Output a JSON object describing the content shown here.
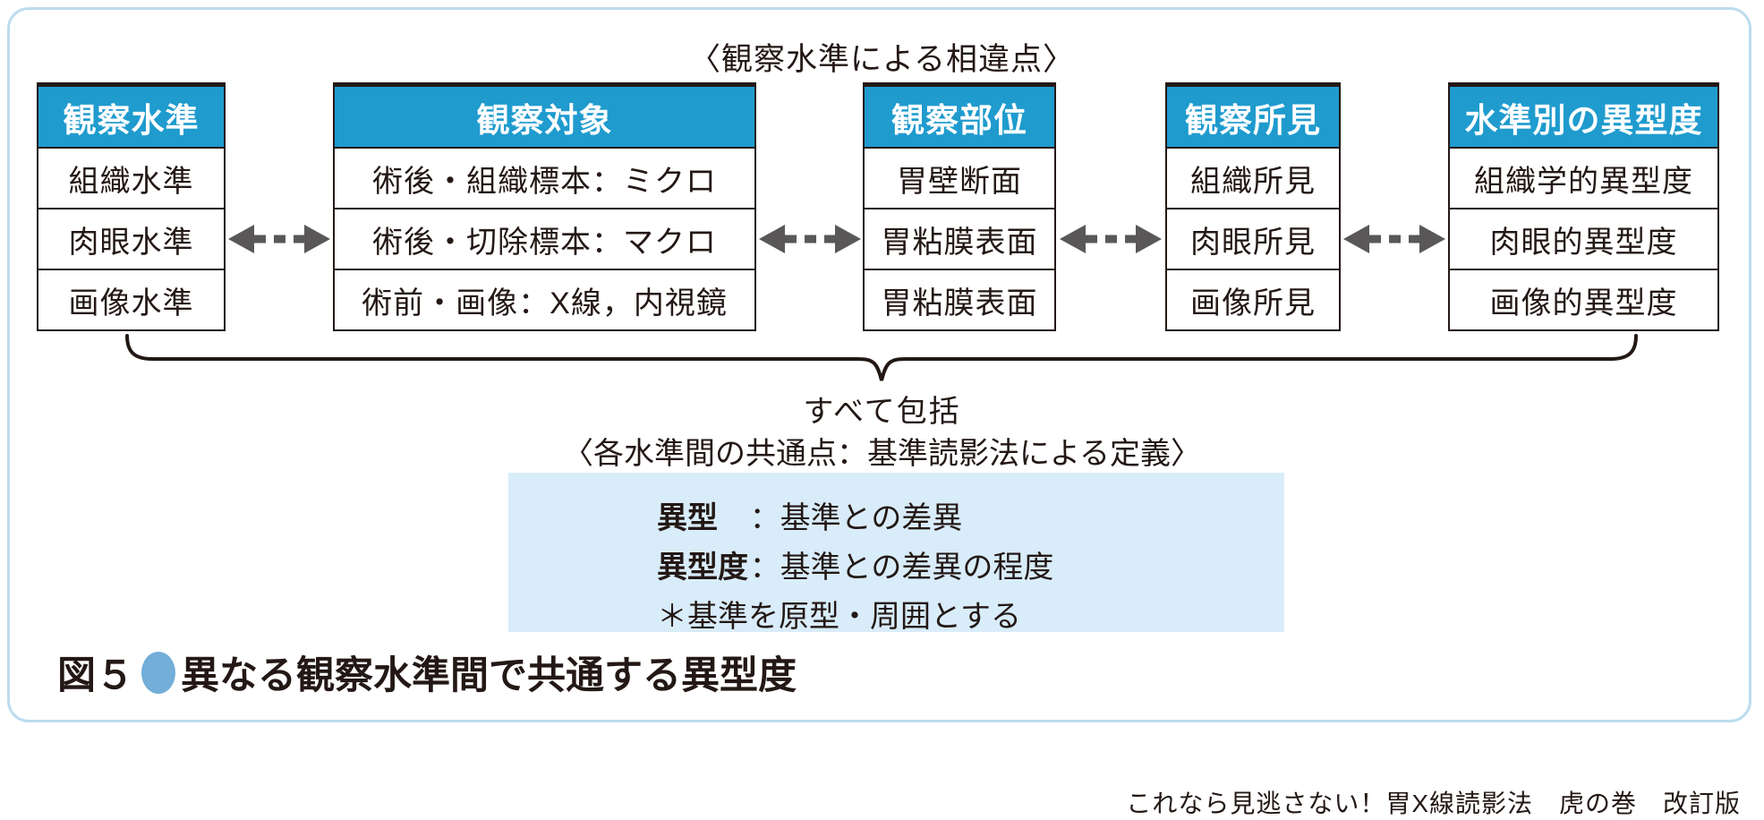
{
  "colors": {
    "header_bg": "#1f9bce",
    "box_bg": "#d9ecfa",
    "frame_border": "#bcdcef",
    "bullet": "#72aed7",
    "arrow": "#595757",
    "ink": "#231815"
  },
  "diagram": {
    "title": "〈観察水準による相違点〉",
    "tables": [
      {
        "header": "観察水準",
        "rows": [
          "組織水準",
          "肉眼水準",
          "画像水準"
        ]
      },
      {
        "header": "観察対象",
        "rows": [
          "術後・組織標本：ミクロ",
          "術後・切除標本：マクロ",
          "術前・画像：X線，内視鏡"
        ]
      },
      {
        "header": "観察部位",
        "rows": [
          "胃壁断面",
          "胃粘膜表面",
          "胃粘膜表面"
        ]
      },
      {
        "header": "観察所見",
        "rows": [
          "組織所見",
          "肉眼所見",
          "画像所見"
        ]
      },
      {
        "header": "水準別の異型度",
        "rows": [
          "組織学的異型度",
          "肉眼的異型度",
          "画像的異型度"
        ]
      }
    ],
    "brace_label": "すべて包括",
    "common_label": "〈各水準間の共通点：基準読影法による定義〉",
    "definition_box": {
      "term1": "異型",
      "rest1": "：基準との差異",
      "term2": "異型度",
      "rest2": "：基準との差異の程度",
      "note": "＊基準を原型・周囲とする"
    }
  },
  "caption": {
    "figure_label": "図５",
    "text": "異なる観察水準間で共通する異型度"
  },
  "credit": "これなら見逃さない！胃X線読影法　虎の巻　改訂版"
}
